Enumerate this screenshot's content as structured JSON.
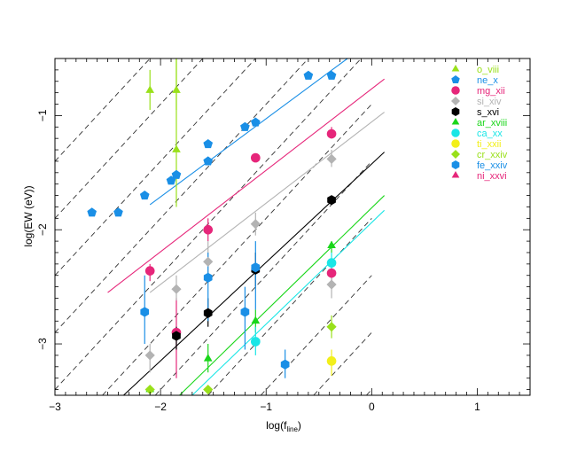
{
  "chart_data": {
    "type": "scatter",
    "xlabel": {
      "main": "log(f",
      "sub": "line",
      "close": ")"
    },
    "ylabel": "log(EW (eV))",
    "xlim": [
      -3,
      1.5
    ],
    "ylim": [
      -3.45,
      -0.5
    ],
    "x_ticks": [
      -3,
      -2,
      -1,
      0,
      1
    ],
    "y_ticks": [
      -3,
      -2,
      -1
    ],
    "x_tick_labels": [
      "−3",
      "−2",
      "−1",
      "0",
      "1"
    ],
    "y_tick_labels": [
      "−3",
      "−2",
      "−1"
    ],
    "grid": false,
    "legend_position": "top-right",
    "reference_lines": {
      "slope": 1,
      "intercepts": [
        -3.4,
        -2.9,
        -2.4,
        -1.9,
        -1.4,
        -0.9,
        -0.4,
        0.1,
        0.6,
        1.1,
        1.6
      ],
      "x_range": [
        -3,
        0
      ],
      "color": "#333333",
      "style": "dashed"
    },
    "series": [
      {
        "name": "o_viii",
        "color": "#99e01a",
        "marker": "triangle",
        "points": [
          {
            "x": -2.1,
            "y": -0.78,
            "ylo": -0.95,
            "yhi": -0.6
          },
          {
            "x": -1.85,
            "y": -0.78,
            "ylo": -0.95,
            "yhi": -0.5
          },
          {
            "x": -1.85,
            "y": -1.3,
            "ylo": -1.8,
            "yhi": -0.5
          }
        ]
      },
      {
        "name": "ne_x",
        "color": "#1a8fe6",
        "marker": "pentagon",
        "fit": [
          [
            -2.1,
            -1.78
          ],
          [
            -0.2,
            -0.48
          ]
        ],
        "points": [
          {
            "x": -2.65,
            "y": -1.85
          },
          {
            "x": -2.4,
            "y": -1.85
          },
          {
            "x": -2.15,
            "y": -1.7
          },
          {
            "x": -1.9,
            "y": -1.57
          },
          {
            "x": -1.85,
            "y": -1.52
          },
          {
            "x": -1.55,
            "y": -1.25
          },
          {
            "x": -1.55,
            "y": -1.4
          },
          {
            "x": -1.2,
            "y": -1.1
          },
          {
            "x": -1.1,
            "y": -1.06
          },
          {
            "x": -0.6,
            "y": -0.65
          },
          {
            "x": -0.38,
            "y": -0.65
          }
        ]
      },
      {
        "name": "mg_xii",
        "color": "#e6267a",
        "marker": "circle",
        "fit": [
          [
            -2.5,
            -2.55
          ],
          [
            0.12,
            -0.68
          ]
        ],
        "points": [
          {
            "x": -2.1,
            "y": -2.36,
            "ylo": -2.45,
            "yhi": -2.3
          },
          {
            "x": -1.55,
            "y": -2.0,
            "ylo": -2.1,
            "yhi": -1.9
          },
          {
            "x": -1.85,
            "y": -2.9,
            "ylo": -3.3,
            "yhi": -2.6
          },
          {
            "x": -1.1,
            "y": -1.37
          },
          {
            "x": -0.38,
            "y": -1.16,
            "ylo": -1.2,
            "yhi": -1.1
          },
          {
            "x": -0.38,
            "y": -2.38,
            "ylo": -2.5,
            "yhi": -2.3
          }
        ]
      },
      {
        "name": "si_xiv",
        "color": "#b3b3b3",
        "marker": "diamond",
        "fit": [
          [
            -2.1,
            -2.55
          ],
          [
            0.12,
            -0.97
          ]
        ],
        "points": [
          {
            "x": -2.1,
            "y": -3.1,
            "ylo": -3.25,
            "yhi": -3.0
          },
          {
            "x": -1.85,
            "y": -2.52,
            "ylo": -2.62,
            "yhi": -2.4
          },
          {
            "x": -1.55,
            "y": -2.28,
            "ylo": -2.4,
            "yhi": -2.1
          },
          {
            "x": -1.1,
            "y": -1.95,
            "ylo": -2.05,
            "yhi": -1.85
          },
          {
            "x": -0.38,
            "y": -1.38,
            "ylo": -1.45,
            "yhi": -1.3
          },
          {
            "x": -0.38,
            "y": -2.48,
            "ylo": -2.6,
            "yhi": -2.35
          }
        ]
      },
      {
        "name": "s_xvi",
        "color": "#000000",
        "marker": "hexagon",
        "fit": [
          [
            -2.35,
            -3.45
          ],
          [
            0.12,
            -1.32
          ]
        ],
        "points": [
          {
            "x": -1.85,
            "y": -2.93,
            "ylo": -3.05,
            "yhi": -2.85
          },
          {
            "x": -1.55,
            "y": -2.73,
            "ylo": -2.85,
            "yhi": -2.6
          },
          {
            "x": -1.1,
            "y": -2.35,
            "ylo": -2.5,
            "yhi": -2.2
          },
          {
            "x": -0.38,
            "y": -1.74
          }
        ]
      },
      {
        "name": "ar_xviii",
        "color": "#1ad61a",
        "marker": "triangle",
        "fit": [
          [
            -1.82,
            -3.45
          ],
          [
            0.12,
            -1.7
          ]
        ],
        "points": [
          {
            "x": -2.1,
            "y": -3.4
          },
          {
            "x": -1.55,
            "y": -3.13,
            "ylo": -3.25,
            "yhi": -3.0
          },
          {
            "x": -1.1,
            "y": -2.8,
            "ylo": -2.9,
            "yhi": -2.7
          },
          {
            "x": -0.38,
            "y": -2.14,
            "ylo": -2.2,
            "yhi": -2.1
          }
        ]
      },
      {
        "name": "ca_xx",
        "color": "#1ae6e6",
        "marker": "circle",
        "fit": [
          [
            -1.7,
            -3.45
          ],
          [
            0.12,
            -1.83
          ]
        ],
        "points": [
          {
            "x": -1.1,
            "y": -2.98,
            "ylo": -3.1,
            "yhi": -2.85
          },
          {
            "x": -0.38,
            "y": -2.29,
            "ylo": -2.4,
            "yhi": -2.2
          }
        ]
      },
      {
        "name": "ti_xxii",
        "color": "#f2ef1a",
        "marker": "circle",
        "points": [
          {
            "x": -0.38,
            "y": -3.15,
            "ylo": -3.28,
            "yhi": -3.05
          }
        ]
      },
      {
        "name": "cr_xxiv",
        "color": "#99e01a",
        "marker": "diamond",
        "points": [
          {
            "x": -2.1,
            "y": -3.4
          },
          {
            "x": -1.55,
            "y": -3.4
          },
          {
            "x": -0.38,
            "y": -2.85,
            "ylo": -2.95,
            "yhi": -2.75
          }
        ]
      },
      {
        "name": "fe_xxiv",
        "color": "#1a8fe6",
        "marker": "hexagon",
        "points": [
          {
            "x": -2.15,
            "y": -2.72,
            "ylo": -3.0,
            "yhi": -2.4
          },
          {
            "x": -1.55,
            "y": -2.42,
            "ylo": -2.8,
            "yhi": -2.2
          },
          {
            "x": -1.2,
            "y": -2.72,
            "ylo": -3.05,
            "yhi": -2.5
          },
          {
            "x": -1.1,
            "y": -2.33,
            "ylo": -2.7,
            "yhi": -2.1
          },
          {
            "x": -0.82,
            "y": -3.18,
            "ylo": -3.3,
            "yhi": -3.05
          }
        ]
      },
      {
        "name": "ni_xxvi",
        "color": "#e6267a",
        "marker": "triangle",
        "points": []
      }
    ]
  }
}
